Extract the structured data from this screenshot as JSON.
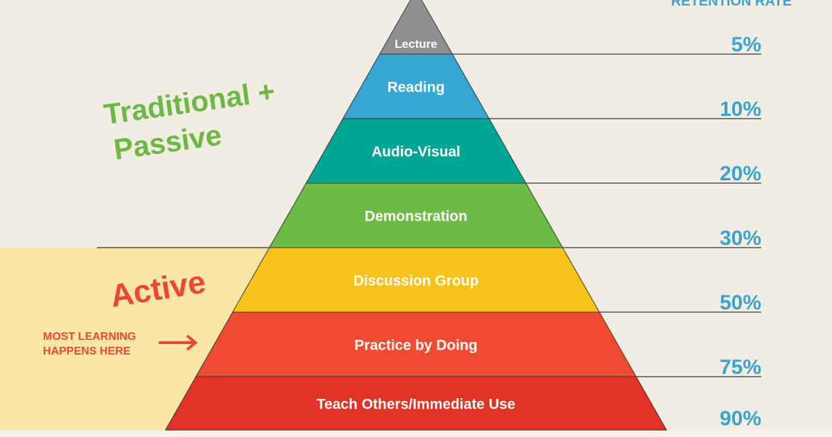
{
  "header": {
    "retention_label": "RETENTION RATE"
  },
  "groups": {
    "passive_label_line1": "Traditional +",
    "passive_label_line2": "Passive",
    "active_label": "Active",
    "note_line1": "MOST LEARNING",
    "note_line2": "HAPPENS HERE"
  },
  "levels": [
    {
      "label": "Lecture",
      "retention": "5%",
      "color": "#8f8f8f"
    },
    {
      "label": "Reading",
      "retention": "10%",
      "color": "#36a6d3"
    },
    {
      "label": "Audio-Visual",
      "retention": "20%",
      "color": "#00a596"
    },
    {
      "label": "Demonstration",
      "retention": "30%",
      "color": "#6cbb45"
    },
    {
      "label": "Discussion Group",
      "retention": "50%",
      "color": "#f7c31b"
    },
    {
      "label": "Practice by Doing",
      "retention": "75%",
      "color": "#ef4b33"
    },
    {
      "label": "Teach Others/Immediate Use",
      "retention": "90%",
      "color": "#e03225"
    }
  ],
  "colors": {
    "passive": "#6db845",
    "active": "#e8473a",
    "retention": "#3aa3cf",
    "active_zone": "#fae6a4"
  }
}
